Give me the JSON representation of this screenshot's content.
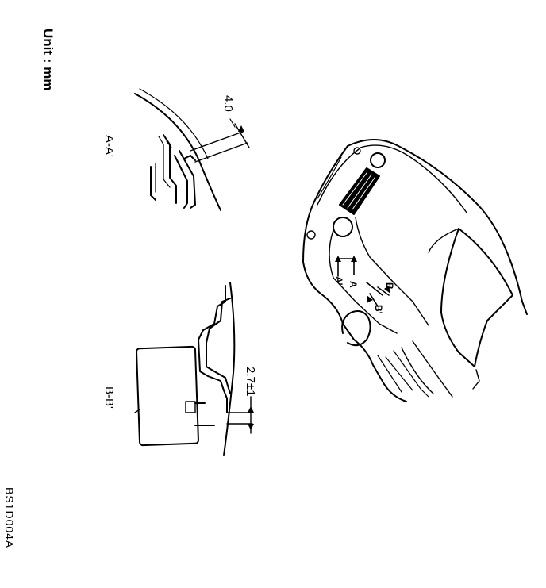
{
  "diagram": {
    "unit_label": "Unit : mm",
    "section_a_title": "A-A'",
    "section_b_title": "B-B'",
    "dimension_a": "4.0",
    "dimension_b": "2.7±1",
    "figure_code": "BS1D004A",
    "car_labels": {
      "a": "A",
      "a_prime": "A'",
      "b": "B",
      "b_prime": "B'"
    }
  },
  "colors": {
    "line": "#000000",
    "background": "#ffffff"
  }
}
